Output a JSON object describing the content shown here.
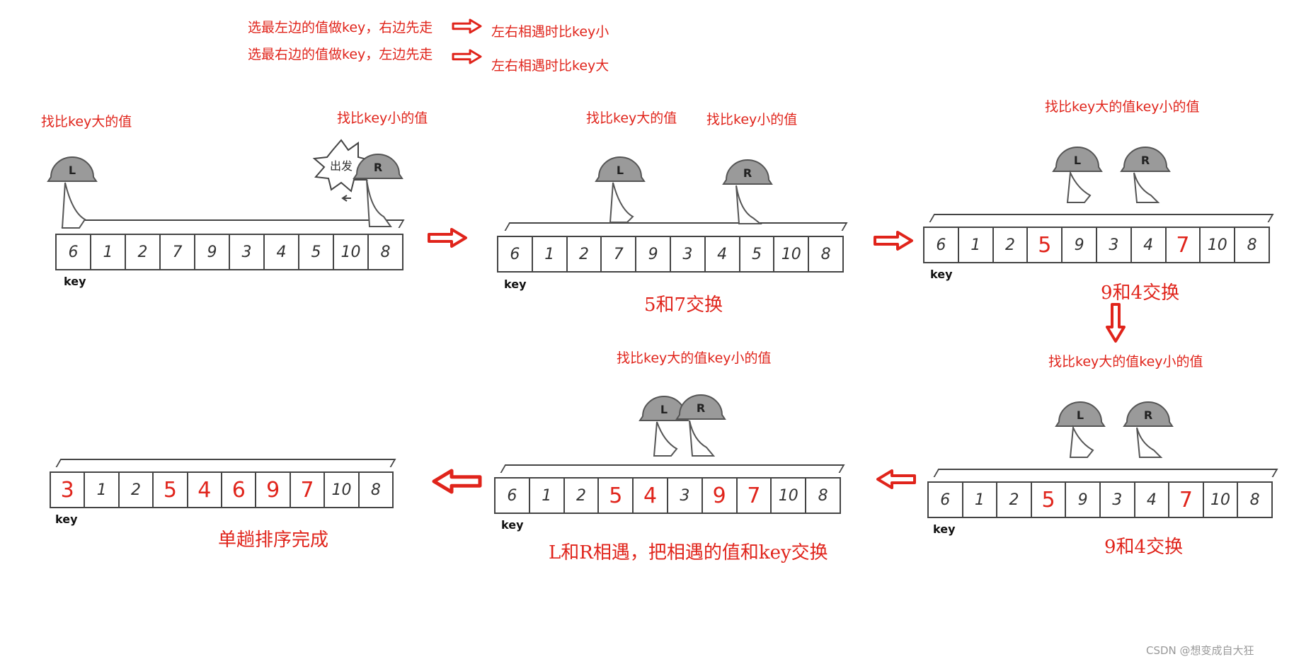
{
  "rules": {
    "line1_left": "选最左边的值做key，右边先走",
    "line1_right": "左右相遇时比key小",
    "line2_left": "选最右边的值做key，左边先走",
    "line2_right": "左右相遇时比key大"
  },
  "panels": [
    {
      "id": "p1",
      "cells": [
        "6",
        "1",
        "2",
        "7",
        "9",
        "3",
        "4",
        "5",
        "10",
        "8"
      ],
      "highlight": [],
      "key_label": "key",
      "find_left": "找比key大的值",
      "find_right": "找比key小的值",
      "caption": ""
    },
    {
      "id": "p2",
      "cells": [
        "6",
        "1",
        "2",
        "7",
        "9",
        "3",
        "4",
        "5",
        "10",
        "8"
      ],
      "highlight": [],
      "key_label": "key",
      "find_left": "找比key大的值",
      "find_right": "找比key小的值",
      "caption": "5和7交换"
    },
    {
      "id": "p3",
      "cells": [
        "6",
        "1",
        "2",
        "5",
        "9",
        "3",
        "4",
        "7",
        "10",
        "8"
      ],
      "highlight": [
        3,
        7
      ],
      "key_label": "key",
      "find_left": "找比key大的值",
      "find_right": "",
      "caption": "9和4交换"
    },
    {
      "id": "p4",
      "cells": [
        "6",
        "1",
        "2",
        "5",
        "9",
        "3",
        "4",
        "7",
        "10",
        "8"
      ],
      "highlight": [
        3,
        7
      ],
      "key_label": "key",
      "find_left": "找比key大的值",
      "find_right": "",
      "caption": "9和4交换"
    },
    {
      "id": "p5",
      "cells": [
        "6",
        "1",
        "2",
        "5",
        "4",
        "3",
        "9",
        "7",
        "10",
        "8"
      ],
      "highlight": [
        3,
        4,
        6,
        7
      ],
      "key_label": "key",
      "find_left": "找比key大的值",
      "find_right": "",
      "caption": "L和R相遇，把相遇的值和key交换"
    },
    {
      "id": "p6",
      "cells": [
        "3",
        "1",
        "2",
        "5",
        "4",
        "6",
        "9",
        "7",
        "10",
        "8"
      ],
      "highlight": [
        0,
        3,
        4,
        5,
        6,
        7
      ],
      "key_label": "key",
      "find_left": "",
      "find_right": "",
      "caption": "单趟排序完成"
    }
  ],
  "find_combined": {
    "p3": "找比key大的值key小的值",
    "p4": "找比key大的值key小的值",
    "p5": "找比key大的值key小的值"
  },
  "markers": {
    "left": "L",
    "right": "R",
    "start_bubble": "出发"
  },
  "watermark": "CSDN @想变成自大狂",
  "colors": {
    "annotation": "#e0241b",
    "outline": "#444444",
    "helmet": "#9a9a9a"
  }
}
